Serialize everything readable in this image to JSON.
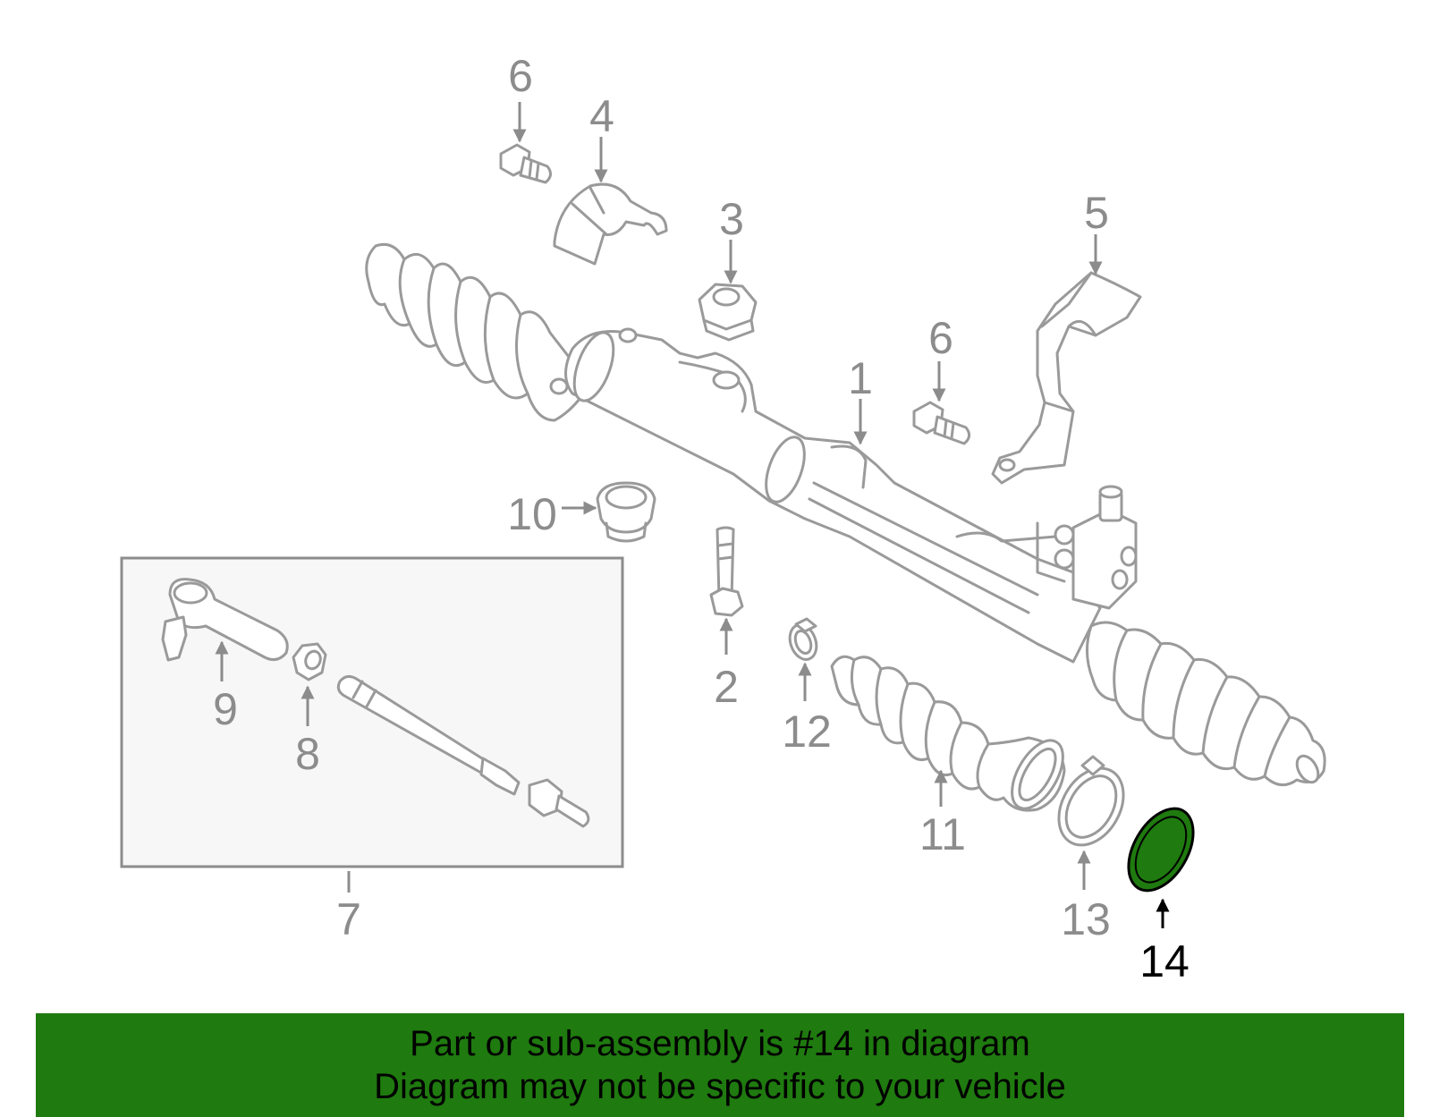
{
  "callouts": {
    "c1": "1",
    "c2": "2",
    "c3": "3",
    "c4": "4",
    "c5": "5",
    "c6a": "6",
    "c6b": "6",
    "c7": "7",
    "c8": "8",
    "c9": "9",
    "c10": "10",
    "c11": "11",
    "c12": "12",
    "c13": "13",
    "c14": "14"
  },
  "highlight_color": "#1f7a0f",
  "banner": {
    "line1": "Part or sub-assembly is #14 in diagram",
    "line2": "Diagram may not be specific to your vehicle"
  }
}
